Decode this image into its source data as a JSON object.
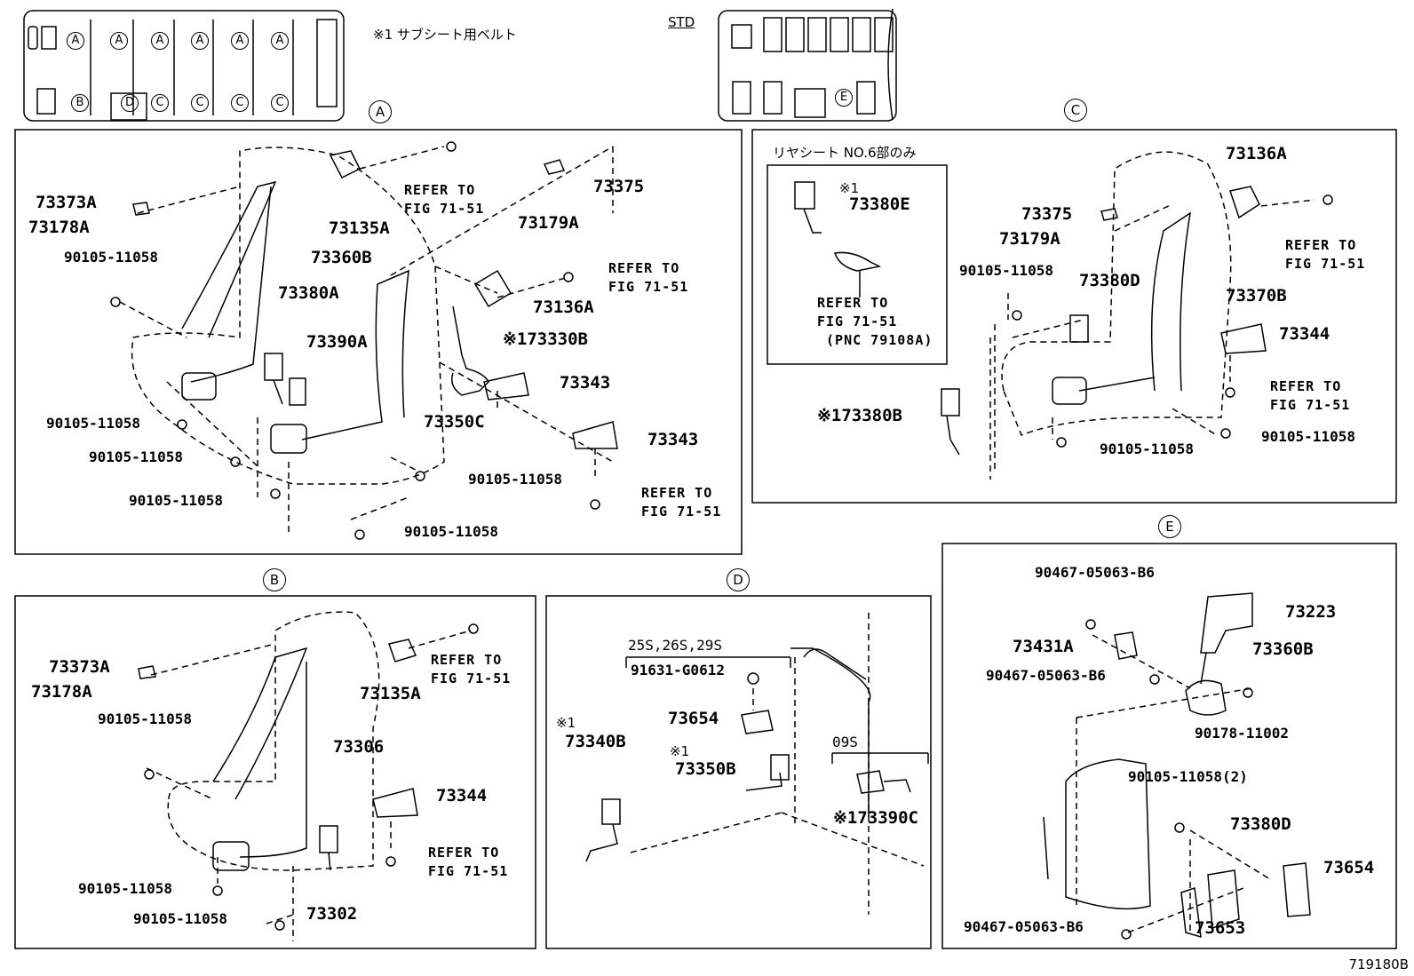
{
  "header": {
    "note": "※1 サブシート用ベルト",
    "std": "STD"
  },
  "sections": {
    "A": "A",
    "B": "B",
    "C": "C",
    "D": "D",
    "E": "E"
  },
  "layout_letters": [
    "A",
    "A",
    "A",
    "A",
    "A",
    "A",
    "B",
    "D",
    "C",
    "C",
    "C",
    "C",
    "E"
  ],
  "ref_fig": "REFER TO\nFIG 71-51",
  "panel_a": {
    "p73373A": "73373A",
    "p73178A": "73178A",
    "p90105a": "90105-11058",
    "p73135A": "73135A",
    "p73360B": "73360B",
    "p73380A": "73380A",
    "p73390A": "73390A",
    "p73179A": "73179A",
    "p73375": "73375",
    "p73136A": "73136A",
    "p73330B": "※173330B",
    "p73343a": "73343",
    "p73343b": "73343",
    "p73350C": "73350C",
    "p90105b": "90105-11058",
    "p90105c": "90105-11058",
    "p90105d": "90105-11058",
    "p90105e": "90105-11058",
    "p90105f": "90105-11058"
  },
  "panel_c": {
    "inset_title": "リヤシート NO.6部のみ",
    "inset_mark": "※1",
    "p73380E": "73380E",
    "inset_ref": "REFER TO\nFIG 71-51\n (PNC 79108A)",
    "p73380B": "※173380B",
    "p73136A": "73136A",
    "p73375": "73375",
    "p73179A": "73179A",
    "p90105a": "90105-11058",
    "p73380D": "73380D",
    "p73370B": "73370B",
    "p73344": "73344",
    "p90105b": "90105-11058",
    "p90105c": "90105-11058"
  },
  "panel_b": {
    "p73373A": "73373A",
    "p73178A": "73178A",
    "p90105a": "90105-11058",
    "p73135A": "73135A",
    "p73306": "73306",
    "p73344": "73344",
    "p90105b": "90105-11058",
    "p90105c": "90105-11058",
    "p73302": "73302"
  },
  "panel_d": {
    "variant": "25S,26S,29S",
    "p91631": "91631-G0612",
    "p73654": "73654",
    "mark1": "※1",
    "p73350B": "73350B",
    "mark2": "※1",
    "p73340B": "73340B",
    "variant2": "09S",
    "p73390C": "※173390C"
  },
  "panel_e": {
    "p90467a": "90467-05063-B6",
    "p73223": "73223",
    "p73431A": "73431A",
    "p73360B": "73360B",
    "p90467b": "90467-05063-B6",
    "p90178": "90178-11002",
    "p90105": "90105-11058(2)",
    "p73380D": "73380D",
    "p73654": "73654",
    "p90467c": "90467-05063-B6",
    "p73653": "73653"
  },
  "footer": "719180B"
}
